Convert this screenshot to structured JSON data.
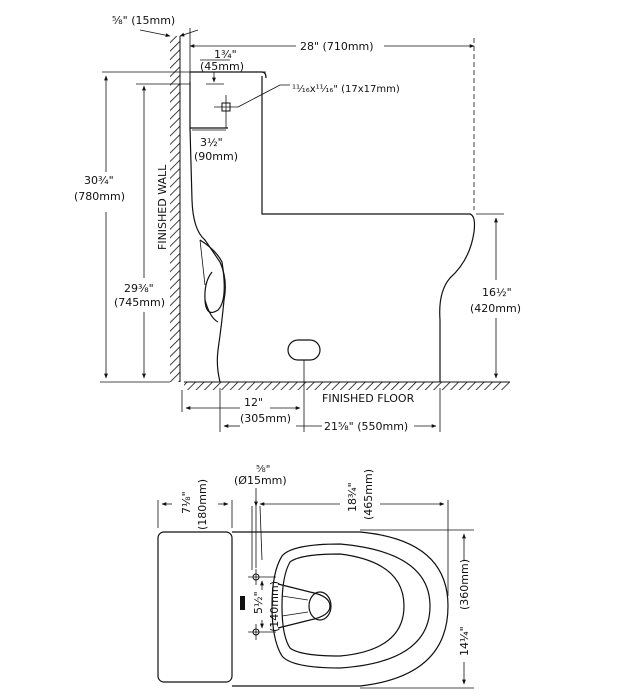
{
  "side_view": {
    "wall_thickness": "⅝\" (15mm)",
    "overall_depth": "28\" (710mm)",
    "lid_offset_in": "1¾\"",
    "lid_offset_mm": "(45mm)",
    "hole_size": "¹¹⁄₁₆x¹¹⁄₁₆\" (17x17mm)",
    "hole_offset_in": "3½\"",
    "hole_offset_mm": "(90mm)",
    "overall_height_in": "30¾\"",
    "overall_height_mm": "(780mm)",
    "tank_height_in": "29⅜\"",
    "tank_height_mm": "(745mm)",
    "seat_height_in": "16½\"",
    "seat_height_mm": "(420mm)",
    "rough_in_in": "12\"",
    "rough_in_mm": "(305mm)",
    "base_length": "21⅝\" (550mm)",
    "finished_wall_label": "FINISHED WALL",
    "finished_floor_label": "FINISHED FLOOR"
  },
  "top_view": {
    "tank_depth_in": "7⅛\"",
    "tank_depth_mm": "(180mm)",
    "hole_dia_in": "⅝\"",
    "hole_dia_mm": "(Ø15mm)",
    "bowl_length_in": "18¾\"",
    "bowl_length_mm": "(465mm)",
    "hole_spacing_in": "5½\"",
    "hole_spacing_mm": "(140mm)",
    "overall_width_in": "14¼\"",
    "overall_width_mm": "(360mm)"
  }
}
